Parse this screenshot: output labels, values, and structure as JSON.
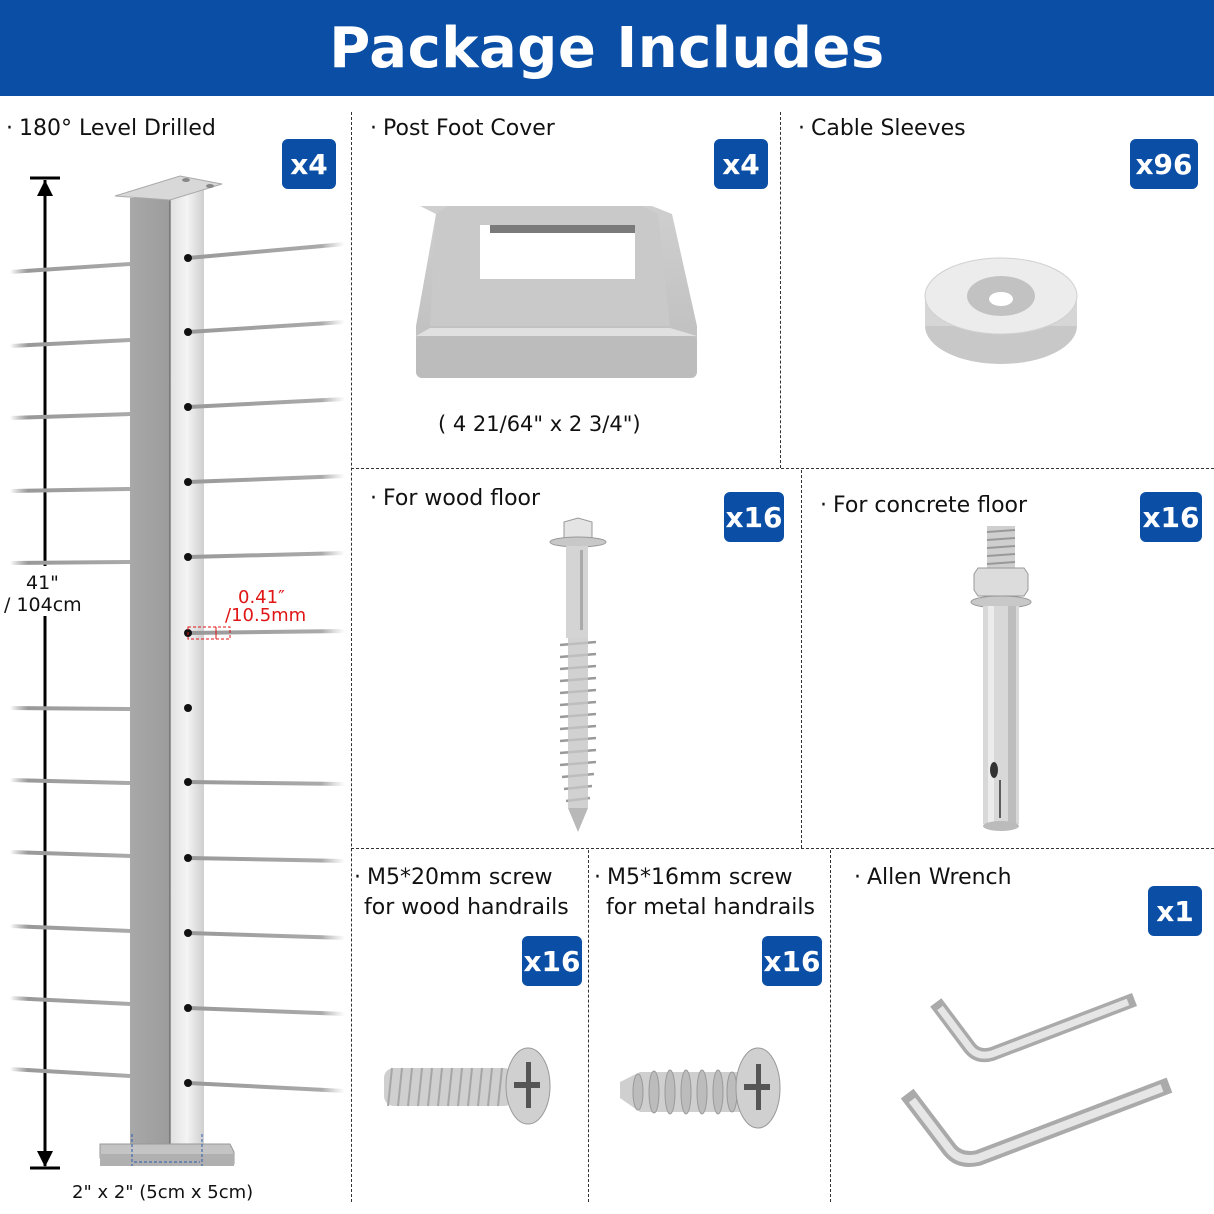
{
  "header": {
    "title": "Package Includes"
  },
  "colors": {
    "brand_blue": "#0a4ea6",
    "annotation_red": "#e01515",
    "divider": "#333333"
  },
  "items": [
    {
      "name": "180° Level Drilled",
      "quantity": "x4",
      "icon": "cable-railing-post",
      "dimensions": {
        "height": "41\"",
        "height_metric": "/ 104cm",
        "hole_diameter": "0.41″",
        "hole_diameter_metric": "/10.5mm",
        "base": "2\" x 2\" (5cm x 5cm)"
      }
    },
    {
      "name": "Post Foot Cover",
      "quantity": "x4",
      "icon": "post-foot-cover",
      "caption": "( 4 21/64\" x 2 3/4\")"
    },
    {
      "name": "Cable Sleeves",
      "quantity": "x96",
      "icon": "cable-sleeve-washer"
    },
    {
      "name": "For wood floor",
      "quantity": "x16",
      "icon": "lag-screw"
    },
    {
      "name": "For concrete floor",
      "quantity": "x16",
      "icon": "expansion-anchor-bolt"
    },
    {
      "name_line1": "M5*20mm screw",
      "name_line2": "for wood handrails",
      "quantity": "x16",
      "icon": "machine-screw"
    },
    {
      "name_line1": "M5*16mm screw",
      "name_line2": "for metal handrails",
      "quantity": "x16",
      "icon": "self-tapping-screw"
    },
    {
      "name": "Allen Wrench",
      "quantity": "x1",
      "icon": "allen-wrench"
    }
  ],
  "bullet": "·"
}
